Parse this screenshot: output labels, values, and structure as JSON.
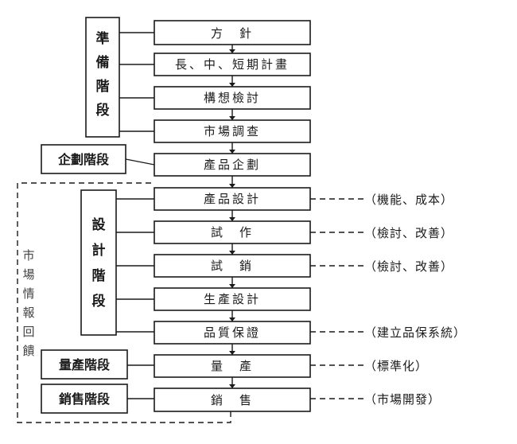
{
  "steps": [
    "方　針",
    "長、中、短期計畫",
    "構想檢討",
    "市場調查",
    "產品企劃",
    "產品設計",
    "試　作",
    "試　銷",
    "生產設計",
    "品質保證",
    "量　產",
    "銷　售"
  ],
  "stages": {
    "preparation": [
      "準",
      "備",
      "階",
      "段"
    ],
    "planning": "企劃階段",
    "design": [
      "設",
      "計",
      "階",
      "段"
    ],
    "production": "量產階段",
    "sales": "銷售階段"
  },
  "notes": {
    "product_design": "（機能、成本）",
    "trial": "（檢討、改善）",
    "test_sale": "（檢討、改善）",
    "quality": "（建立品保系統）",
    "mass_production": "（標準化）",
    "sales": "（市場開發）"
  },
  "feedback": [
    "市",
    "場",
    "情",
    "報",
    "回",
    "饋"
  ]
}
